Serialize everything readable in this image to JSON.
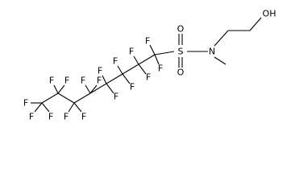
{
  "molecule": {
    "atoms": {
      "fluorine": "F",
      "sulfur": "S",
      "oxygen": "O",
      "nitrogen": "N",
      "hydroxyl": "OH"
    }
  }
}
